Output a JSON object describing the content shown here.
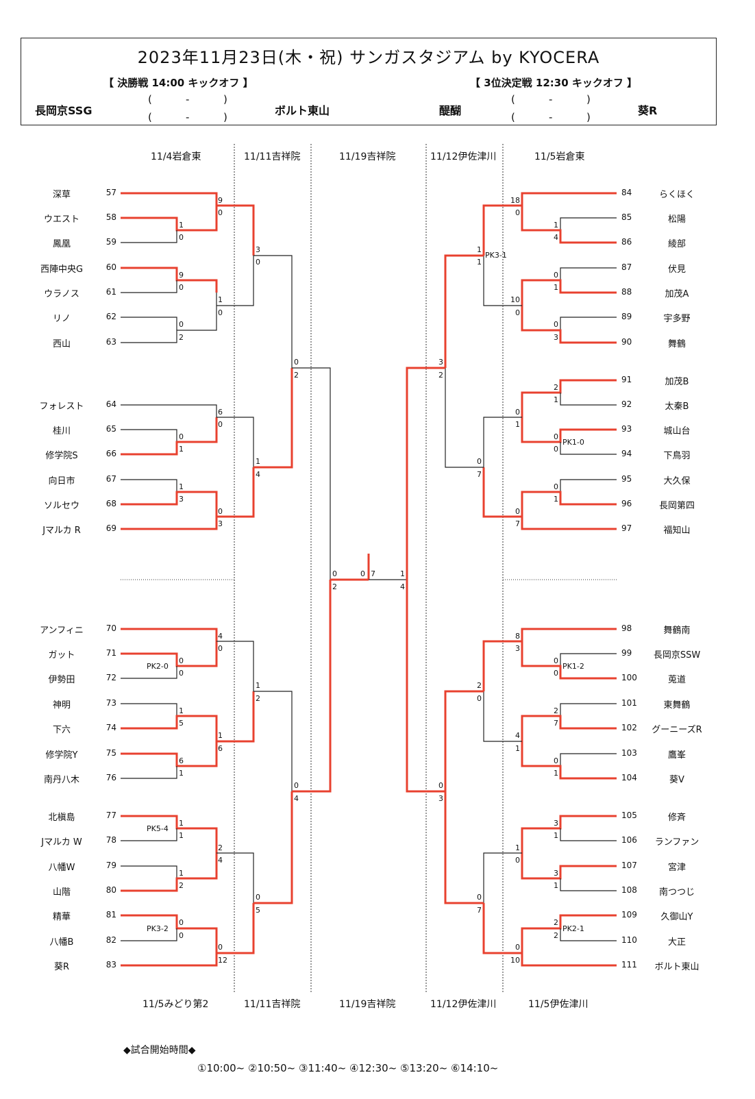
{
  "header": {
    "title": "2023年11月23日(木・祝) サンガスタジアム by KYOCERA",
    "final_label": "【 決勝戦 14:00 キックオフ 】",
    "third_label": "【 3位決定戦 12:30 キックオフ 】",
    "final_team_left": "長岡京SSG",
    "final_team_right": "ボルト東山",
    "third_team_left": "醍醐",
    "third_team_right": "葵R",
    "score_blank": [
      "(",
      "-",
      ")"
    ]
  },
  "dates_top": [
    "11/4岩倉東",
    "11/11吉祥院",
    "11/19吉祥院",
    "11/12伊佐津川",
    "11/5岩倉東"
  ],
  "dates_bottom": [
    "11/5みどり第2",
    "11/11吉祥院",
    "11/19吉祥院",
    "11/12伊佐津川",
    "11/5伊佐津川"
  ],
  "left_teams": [
    {
      "name": "深草",
      "seed": "57"
    },
    {
      "name": "ウエスト",
      "seed": "58"
    },
    {
      "name": "鳳凰",
      "seed": "59"
    },
    {
      "name": "西陣中央G",
      "seed": "60"
    },
    {
      "name": "ウラノス",
      "seed": "61"
    },
    {
      "name": "リノ",
      "seed": "62"
    },
    {
      "name": "西山",
      "seed": "63"
    },
    {
      "name": "フォレスト",
      "seed": "64"
    },
    {
      "name": "桂川",
      "seed": "65"
    },
    {
      "name": "修学院S",
      "seed": "66"
    },
    {
      "name": "向日市",
      "seed": "67"
    },
    {
      "name": "ソルセウ",
      "seed": "68"
    },
    {
      "name": "Jマルカ R",
      "seed": "69"
    },
    {
      "name": "アンフィニ",
      "seed": "70"
    },
    {
      "name": "ガット",
      "seed": "71"
    },
    {
      "name": "伊勢田",
      "seed": "72"
    },
    {
      "name": "神明",
      "seed": "73"
    },
    {
      "name": "下六",
      "seed": "74"
    },
    {
      "name": "修学院Y",
      "seed": "75"
    },
    {
      "name": "南丹八木",
      "seed": "76"
    },
    {
      "name": "北槇島",
      "seed": "77"
    },
    {
      "name": "Jマルカ W",
      "seed": "78"
    },
    {
      "name": "八幡W",
      "seed": "79"
    },
    {
      "name": "山階",
      "seed": "80"
    },
    {
      "name": "精華",
      "seed": "81"
    },
    {
      "name": "八幡B",
      "seed": "82"
    },
    {
      "name": "葵R",
      "seed": "83"
    }
  ],
  "right_teams": [
    {
      "name": "らくほく",
      "seed": "84"
    },
    {
      "name": "松陽",
      "seed": "85"
    },
    {
      "name": "綾部",
      "seed": "86"
    },
    {
      "name": "伏見",
      "seed": "87"
    },
    {
      "name": "加茂A",
      "seed": "88"
    },
    {
      "name": "宇多野",
      "seed": "89"
    },
    {
      "name": "舞鶴",
      "seed": "90"
    },
    {
      "name": "加茂B",
      "seed": "91"
    },
    {
      "name": "太秦B",
      "seed": "92"
    },
    {
      "name": "城山台",
      "seed": "93"
    },
    {
      "name": "下鳥羽",
      "seed": "94"
    },
    {
      "name": "大久保",
      "seed": "95"
    },
    {
      "name": "長岡第四",
      "seed": "96"
    },
    {
      "name": "福知山",
      "seed": "97"
    },
    {
      "name": "舞鶴南",
      "seed": "98"
    },
    {
      "name": "長岡京SSW",
      "seed": "99"
    },
    {
      "name": "莵道",
      "seed": "100"
    },
    {
      "name": "東舞鶴",
      "seed": "101"
    },
    {
      "name": "グーニーズR",
      "seed": "102"
    },
    {
      "name": "鷹峯",
      "seed": "103"
    },
    {
      "name": "葵V",
      "seed": "104"
    },
    {
      "name": "修斉",
      "seed": "105"
    },
    {
      "name": "ランファン",
      "seed": "106"
    },
    {
      "name": "宮津",
      "seed": "107"
    },
    {
      "name": "南つつじ",
      "seed": "108"
    },
    {
      "name": "久御山Y",
      "seed": "109"
    },
    {
      "name": "大正",
      "seed": "110"
    },
    {
      "name": "ボルト東山",
      "seed": "111"
    }
  ],
  "left_scores": [
    {
      "id": "L2a",
      "top": "1",
      "bot": "0"
    },
    {
      "id": "L1a",
      "top": "9",
      "bot": "0"
    },
    {
      "id": "L1b",
      "top": "9",
      "bot": "0"
    },
    {
      "id": "L1c",
      "top": "0",
      "bot": "2"
    },
    {
      "id": "L2b",
      "top": "1",
      "bot": "0"
    },
    {
      "id": "L3a",
      "top": "3",
      "bot": "0"
    },
    {
      "id": "L1d",
      "top": "6",
      "bot": "0"
    },
    {
      "id": "L1e",
      "top": "0",
      "bot": "1"
    },
    {
      "id": "L1f",
      "top": "1",
      "bot": "3"
    },
    {
      "id": "L2c",
      "top": "0",
      "bot": "3"
    },
    {
      "id": "L3b",
      "top": "1",
      "bot": "4"
    },
    {
      "id": "L4a",
      "top": "0",
      "bot": "2"
    },
    {
      "id": "L1g",
      "top": "4",
      "bot": "0"
    },
    {
      "id": "L1h",
      "top": "0",
      "bot": "0"
    },
    {
      "id": "L1i",
      "top": "1",
      "bot": "5"
    },
    {
      "id": "L1j",
      "top": "6",
      "bot": "1"
    },
    {
      "id": "L2d",
      "top": "1",
      "bot": "6"
    },
    {
      "id": "L3c",
      "top": "1",
      "bot": "2"
    },
    {
      "id": "L1k",
      "top": "1",
      "bot": "1"
    },
    {
      "id": "L1l",
      "top": "1",
      "bot": "2"
    },
    {
      "id": "L2e",
      "top": "2",
      "bot": "4"
    },
    {
      "id": "L1m",
      "top": "0",
      "bot": "0"
    },
    {
      "id": "L2f",
      "top": "0",
      "bot": "12"
    },
    {
      "id": "L3d",
      "top": "0",
      "bot": "5"
    },
    {
      "id": "L4b",
      "top": "0",
      "bot": "4"
    },
    {
      "id": "L5",
      "top": "0",
      "bot": "2"
    }
  ],
  "right_scores": [
    {
      "id": "R1a",
      "top": "18",
      "bot": "0"
    },
    {
      "id": "R2a",
      "top": "1",
      "bot": "4"
    },
    {
      "id": "R3a",
      "top": "1",
      "bot": "1"
    },
    {
      "id": "R1b",
      "top": "0",
      "bot": "1"
    },
    {
      "id": "R1c",
      "top": "0",
      "bot": "3"
    },
    {
      "id": "R2b",
      "top": "10",
      "bot": "0"
    },
    {
      "id": "R4a",
      "top": "3",
      "bot": "2"
    },
    {
      "id": "R1d",
      "top": "2",
      "bot": "1"
    },
    {
      "id": "R1e",
      "top": "0",
      "bot": "0"
    },
    {
      "id": "R2c",
      "top": "0",
      "bot": "1"
    },
    {
      "id": "R1f",
      "top": "0",
      "bot": "1"
    },
    {
      "id": "R2d",
      "top": "0",
      "bot": "7"
    },
    {
      "id": "R3b",
      "top": "0",
      "bot": "7"
    },
    {
      "id": "R1g",
      "top": "8",
      "bot": "3"
    },
    {
      "id": "R1h",
      "top": "0",
      "bot": "0"
    },
    {
      "id": "R1i",
      "top": "2",
      "bot": "7"
    },
    {
      "id": "R1j",
      "top": "0",
      "bot": "1"
    },
    {
      "id": "R2e",
      "top": "4",
      "bot": "1"
    },
    {
      "id": "R3c",
      "top": "2",
      "bot": "0"
    },
    {
      "id": "R1k",
      "top": "3",
      "bot": "1"
    },
    {
      "id": "R1l",
      "top": "3",
      "bot": "1"
    },
    {
      "id": "R2f",
      "top": "1",
      "bot": "0"
    },
    {
      "id": "R1m",
      "top": "2",
      "bot": "2"
    },
    {
      "id": "R2g",
      "top": "0",
      "bot": "10"
    },
    {
      "id": "R3d",
      "top": "0",
      "bot": "7"
    },
    {
      "id": "R4b",
      "top": "0",
      "bot": "3"
    },
    {
      "id": "R5",
      "top": "1",
      "bot": "4"
    }
  ],
  "center_scores": {
    "left_top": "0",
    "left_bot": "2",
    "mid_left": "0",
    "mid_right": "7",
    "right_top": "1",
    "right_bot": "4"
  },
  "pk_labels": {
    "right_top_r3": "PK3-1",
    "right_r1_93": "PK1-0",
    "left_r1_71": "PK2-0",
    "right_r1_99": "PK1-2",
    "left_r1_77": "PK5-4",
    "left_r1_81": "PK3-2",
    "right_r1_109": "PK2-1"
  },
  "footer": {
    "heading": "◆試合開始時間◆",
    "times": "①10:00~ ②10:50~ ③11:40~ ④12:30~ ⑤13:20~ ⑥14:10~"
  },
  "colors": {
    "winner_line": "#e8412f",
    "loser_line": "#222222"
  }
}
